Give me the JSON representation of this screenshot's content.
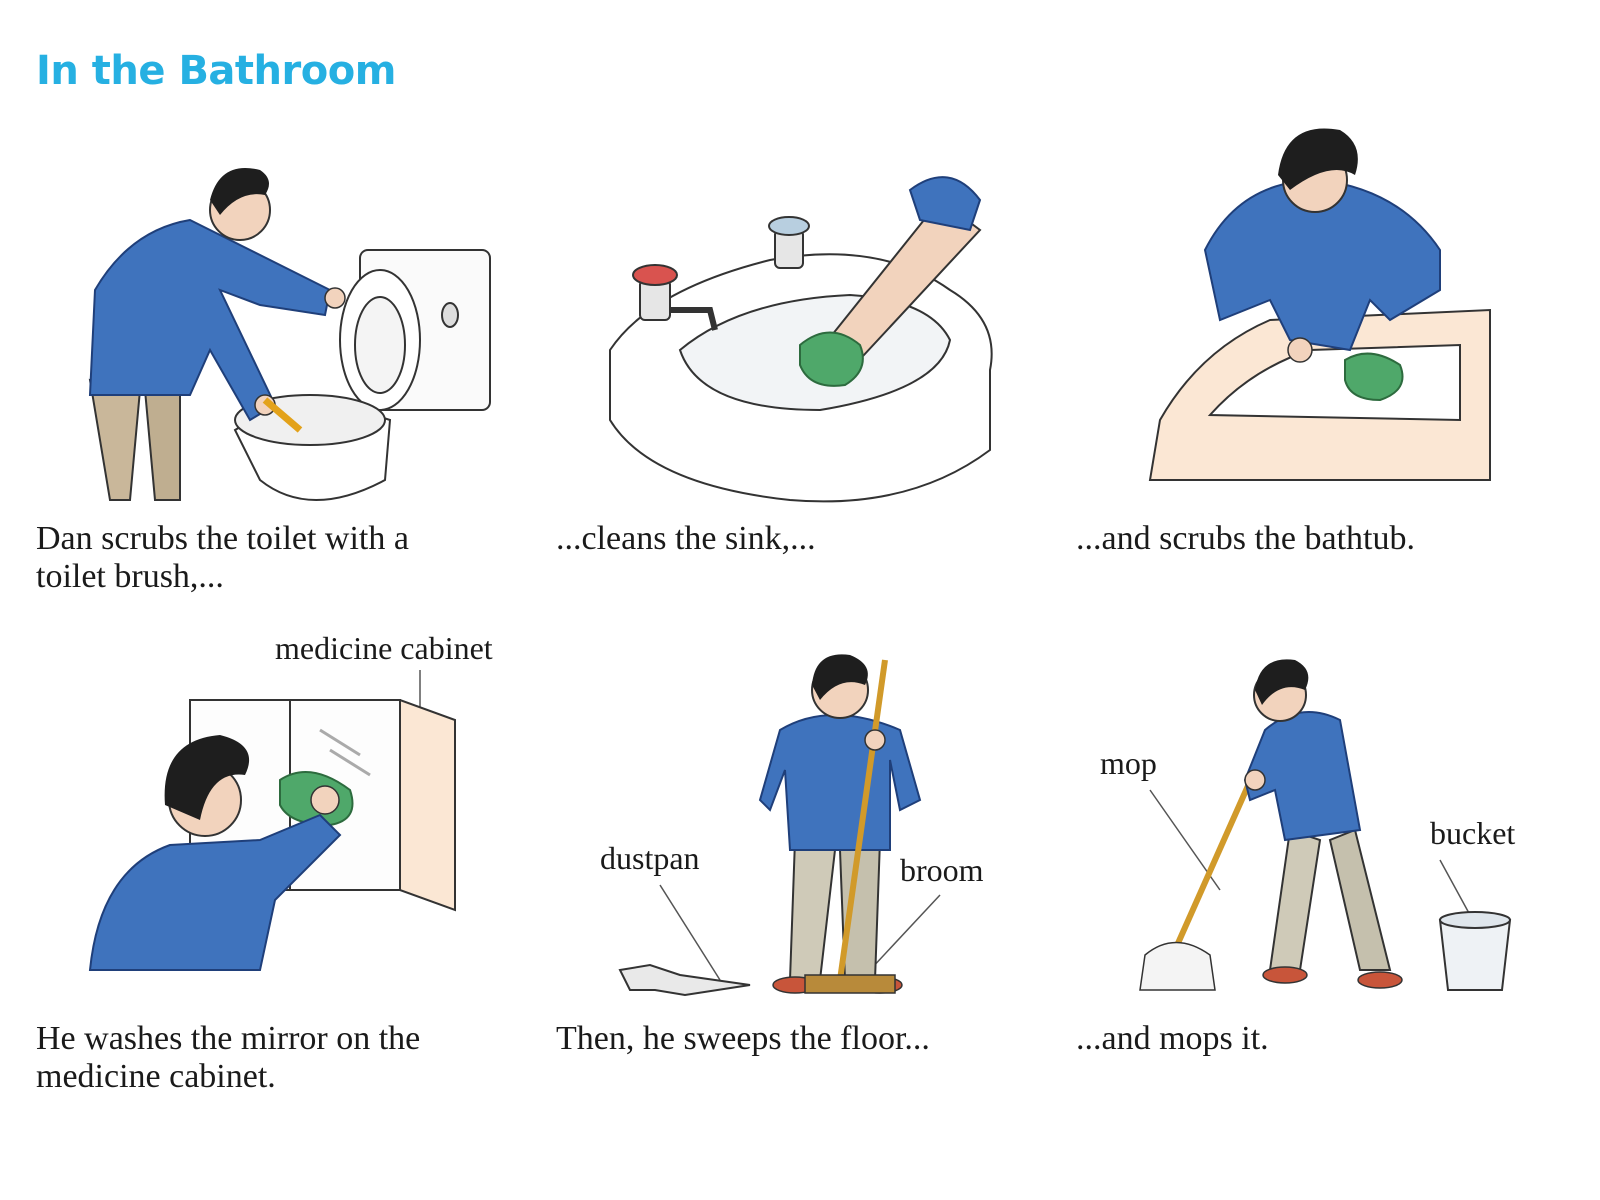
{
  "title": "In the Bathroom",
  "colors": {
    "title": "#26b0e2",
    "sweater": "#3f73bd",
    "hair": "#1e1e1e",
    "sponge": "#4fa86a"
  },
  "panels": [
    {
      "caption_line1": "Dan scrubs the toilet with a",
      "caption_line2": "toilet brush,...",
      "icon": "toilet-scrubbing-icon"
    },
    {
      "caption": "...cleans the sink,...",
      "icon": "sink-cleaning-icon"
    },
    {
      "caption": "...and scrubs the bathtub.",
      "icon": "bathtub-scrubbing-icon"
    },
    {
      "caption_line1": "He washes the mirror on the",
      "caption_line2": "medicine cabinet.",
      "label": "medicine cabinet",
      "icon": "mirror-washing-icon"
    },
    {
      "caption": "Then, he sweeps the floor...",
      "label_left": "dustpan",
      "label_right": "broom",
      "icon": "sweeping-icon"
    },
    {
      "caption": "...and mops it.",
      "label_left": "mop",
      "label_right": "bucket",
      "icon": "mopping-icon"
    }
  ]
}
